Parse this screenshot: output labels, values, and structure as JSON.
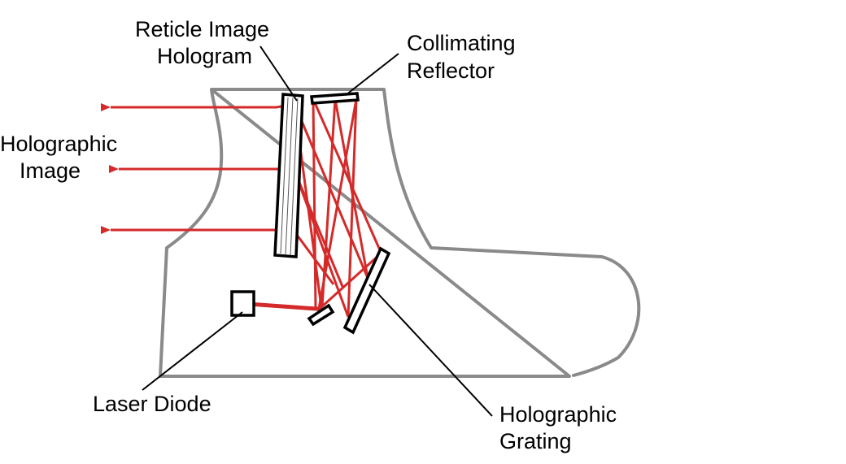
{
  "labels": {
    "reticle_hologram": [
      "Reticle Image",
      "Hologram"
    ],
    "collimating_reflector": [
      "Collimating",
      "Reflector"
    ],
    "holographic_image": [
      "Holographic",
      "Image"
    ],
    "laser_diode": "Laser Diode",
    "holographic_grating": [
      "Holographic",
      "Grating"
    ]
  },
  "colors": {
    "beam": "#d42a2a",
    "housing": "#8a8a8a",
    "component": "#000000",
    "leader": "#000000",
    "background": "#ffffff"
  }
}
